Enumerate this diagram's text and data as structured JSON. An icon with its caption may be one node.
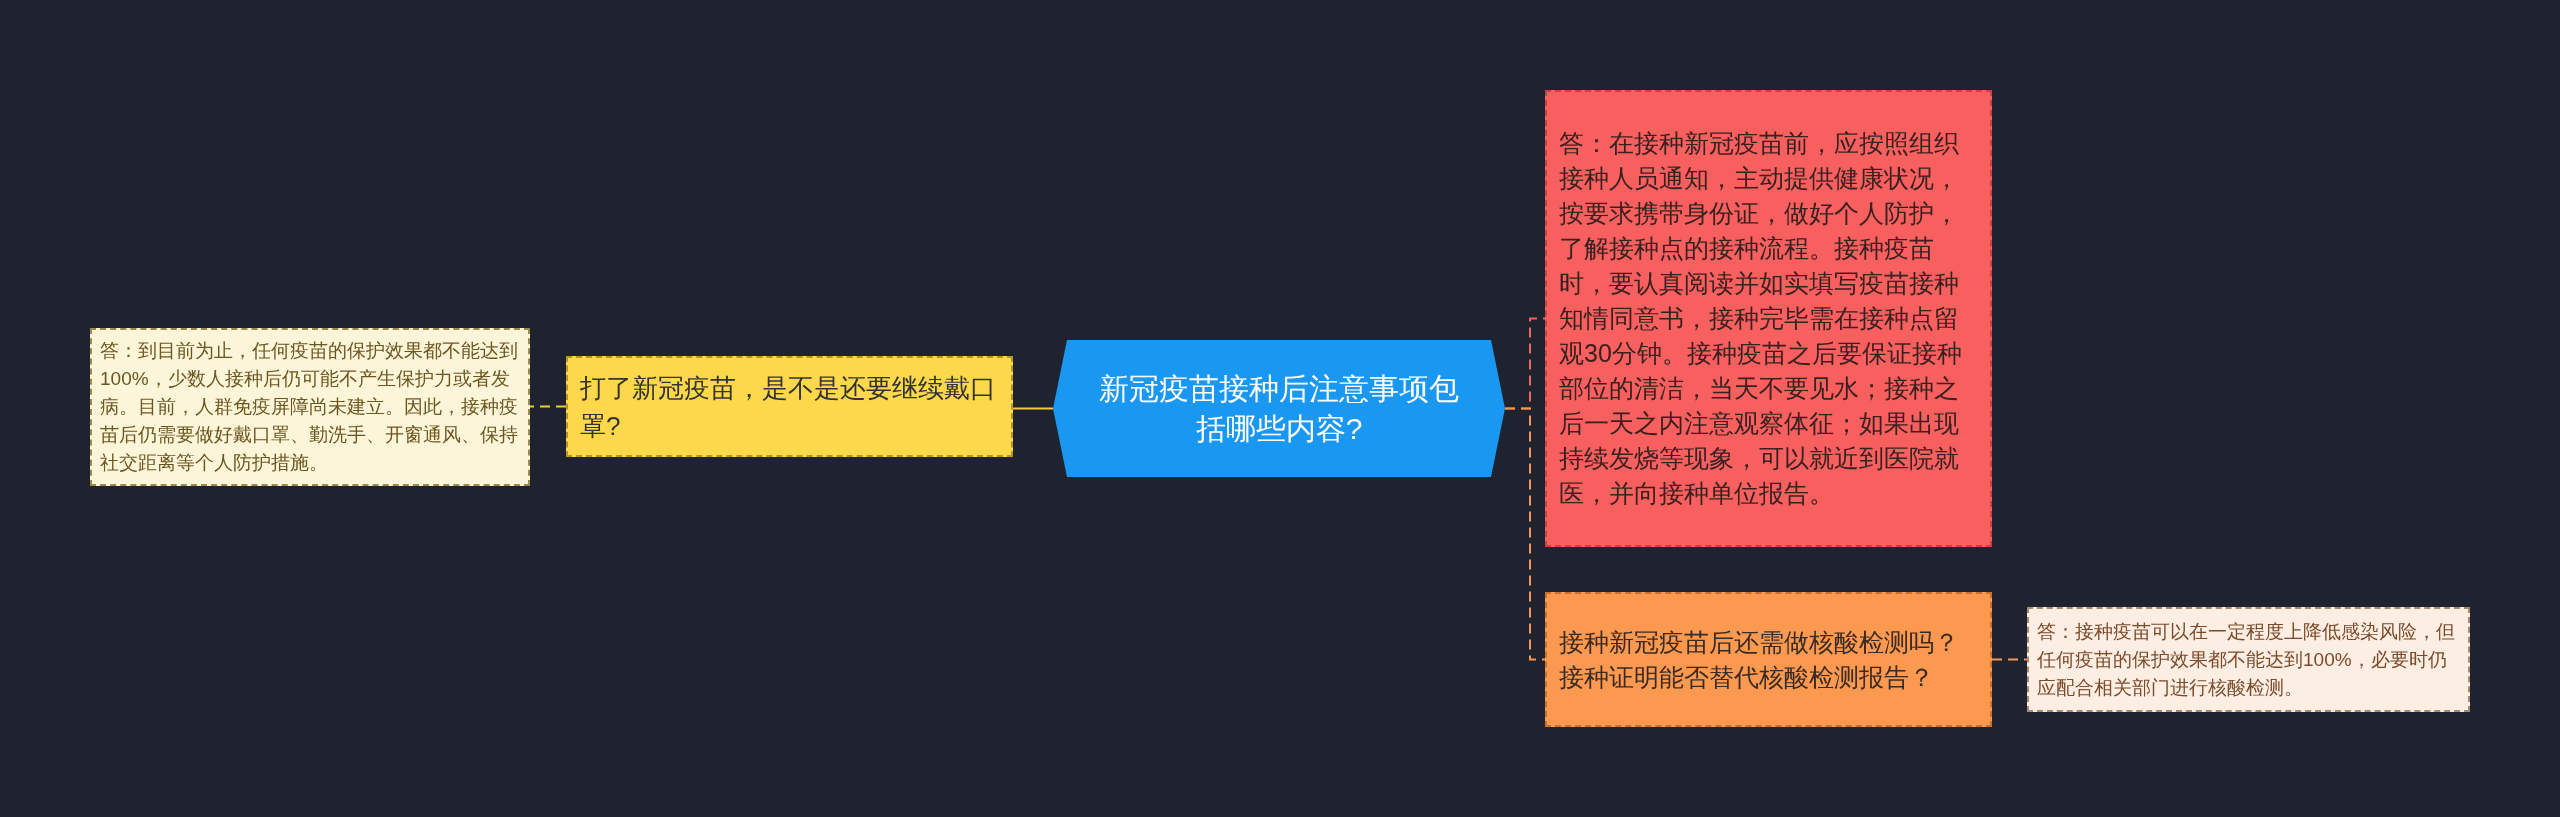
{
  "diagram": {
    "nodes": [
      {
        "text": [
          "新冠疫苗接种后注意事项包括哪些内容?"
        ]
      },
      {
        "text": [
          "打了新冠疫苗，是不是还要继续戴口罩?"
        ]
      },
      {
        "text": [
          "答：到目前为止，任何疫苗的保护效果都不能达到100%，少数人接种后仍可能不产生保护力或者发病。目前，人群免疫屏障尚未建立。因此，接种疫苗后仍需要做好戴口罩、勤洗手、开窗通风、保持社交距离等个人防护措施。"
        ]
      },
      {
        "text": [
          "答：在接种新冠疫苗前，应按照组织接种人员通知，主动提供健康状况，按要求携带身份证，做好个人防护，了解接种点的接种流程。接种疫苗时，要认真阅读并如实填写疫苗接种知情同意书，接种完毕需在接种点留观30分钟。接种疫苗之后要保证接种部位的清洁，当天不要见水；接种之后一天之内注意观察体征；如果出现持续发烧等现象，可以就近到医院就医，并向接种单位报告。"
        ]
      },
      {
        "text": [
          "接种新冠疫苗后还需做核酸检测吗？接种证明能否替代核酸检测报告？"
        ]
      },
      {
        "text": [
          "答：接种疫苗可以在一定程度上降低感染风险，但任何疫苗的保护效果都不能达到100%，必要时仍应配合相关部门进行核酸检测。"
        ]
      }
    ],
    "edges": [
      {
        "from": 0,
        "to": 1,
        "arrow": "none",
        "color": "#f5c842"
      },
      {
        "from": 1,
        "to": 2,
        "arrow": "none",
        "style": "dashed",
        "color": "#f5c842"
      },
      {
        "from": 0,
        "to": 3,
        "arrow": "none",
        "style": "dashed",
        "color": "#f0625f"
      },
      {
        "from": 0,
        "to": 4,
        "arrow": "none",
        "style": "dashed",
        "color": "#f6964f"
      },
      {
        "from": 4,
        "to": 5,
        "arrow": "none",
        "style": "dashed",
        "color": "#f6964f"
      }
    ]
  }
}
